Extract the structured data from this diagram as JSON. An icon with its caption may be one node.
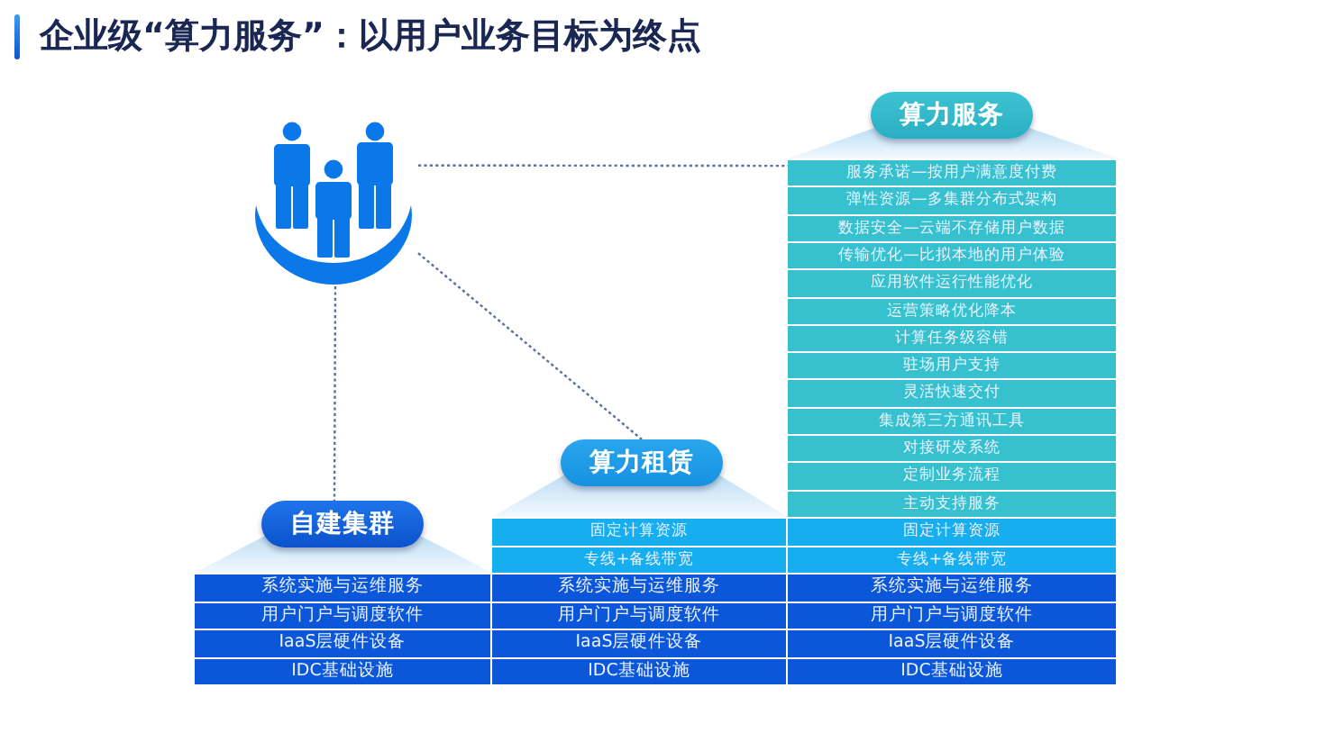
{
  "diagram": {
    "title": "企业级“算力服务”：以用户业务目标为终点",
    "nodes": [
      {
        "text": [],
        "shape": "person"
      },
      {
        "text": [
          "自建集群"
        ]
      },
      {
        "text": [],
        "shape": "trapezoid"
      },
      {
        "text": [
          "系统实施与运维服务"
        ]
      },
      {
        "text": [
          "用户门户与调度软件"
        ]
      },
      {
        "text": [
          "IaaS层硬件设备"
        ]
      },
      {
        "text": [
          "IDC基础设施"
        ]
      },
      {
        "text": [
          "算力租赁"
        ]
      },
      {
        "text": [],
        "shape": "trapezoid"
      },
      {
        "text": [
          "固定计算资源"
        ]
      },
      {
        "text": [
          "专线+备线带宽"
        ]
      },
      {
        "text": [
          "系统实施与运维服务"
        ]
      },
      {
        "text": [
          "用户门户与调度软件"
        ]
      },
      {
        "text": [
          "IaaS层硬件设备"
        ]
      },
      {
        "text": [
          "IDC基础设施"
        ]
      },
      {
        "text": [
          "算力服务"
        ]
      },
      {
        "text": [],
        "shape": "trapezoid"
      },
      {
        "text": [
          "服务承诺—按用户满意度付费"
        ]
      },
      {
        "text": [
          "弹性资源—多集群分布式架构"
        ]
      },
      {
        "text": [
          "数据安全—云端不存储用户数据"
        ]
      },
      {
        "text": [
          "传输优化—比拟本地的用户体验"
        ]
      },
      {
        "text": [
          "应用软件运行性能优化"
        ]
      },
      {
        "text": [
          "运营策略优化降本"
        ]
      },
      {
        "text": [
          "计算任务级容错"
        ]
      },
      {
        "text": [
          "驻场用户支持"
        ]
      },
      {
        "text": [
          "灵活快速交付"
        ]
      },
      {
        "text": [
          "集成第三方通讯工具"
        ]
      },
      {
        "text": [
          "对接研发系统"
        ]
      },
      {
        "text": [
          "定制业务流程"
        ]
      },
      {
        "text": [
          "主动支持服务"
        ]
      },
      {
        "text": [
          "固定计算资源"
        ]
      },
      {
        "text": [
          "专线+备线带宽"
        ]
      },
      {
        "text": [
          "系统实施与运维服务"
        ]
      },
      {
        "text": [
          "用户门户与调度软件"
        ]
      },
      {
        "text": [
          "IaaS层硬件设备"
        ]
      },
      {
        "text": [
          "IDC基础设施"
        ]
      }
    ],
    "edges": [
      {
        "from": 0,
        "to": 1,
        "arrow": "none",
        "style": "dashed"
      },
      {
        "from": 0,
        "to": 7,
        "arrow": "none",
        "style": "dashed"
      },
      {
        "from": 0,
        "to": 17,
        "arrow": "none",
        "style": "dashed"
      }
    ]
  }
}
